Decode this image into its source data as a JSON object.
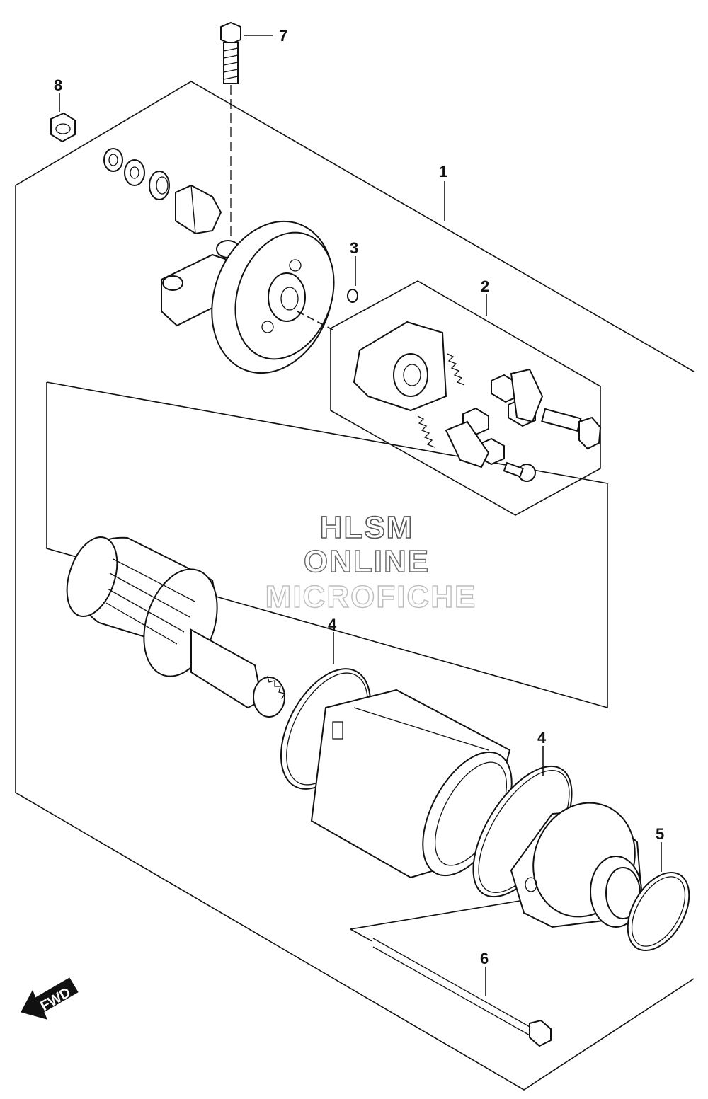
{
  "callouts": [
    {
      "id": "1",
      "label": "1"
    },
    {
      "id": "2",
      "label": "2"
    },
    {
      "id": "3",
      "label": "3"
    },
    {
      "id": "4a",
      "label": "4"
    },
    {
      "id": "4b",
      "label": "4"
    },
    {
      "id": "5",
      "label": "5"
    },
    {
      "id": "6",
      "label": "6"
    },
    {
      "id": "7",
      "label": "7"
    },
    {
      "id": "8",
      "label": "8"
    }
  ],
  "watermark": {
    "line1": "HLSM",
    "line2": "ONLINE",
    "line3": "MICROFICHE"
  },
  "direction_badge": {
    "label": "FWD",
    "icon": "arrow-down-left-icon"
  },
  "colors": {
    "line": "#111111",
    "background": "#ffffff",
    "badge_fill": "#111111"
  }
}
